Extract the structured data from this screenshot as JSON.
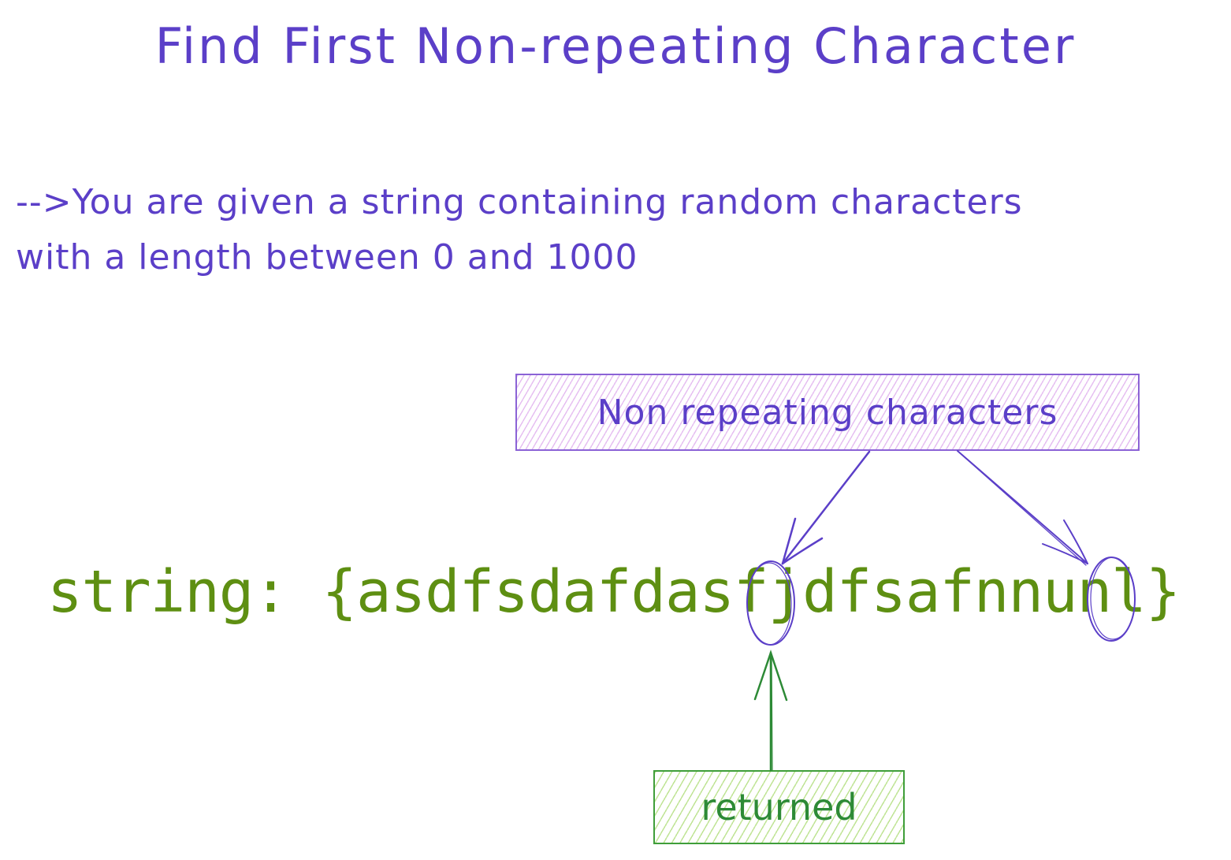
{
  "title": "Find First Non-repeating Character",
  "description": {
    "line1": "-->You are given a string containing random characters",
    "line2": "with a length between 0 and 1000"
  },
  "example": {
    "label": "string:",
    "value": "{asdfsdafdasfjdfsafnnunl}",
    "highlighted_characters": [
      "j",
      "l"
    ],
    "returned_character": "j"
  },
  "annotations": {
    "non_repeating_box": "Non repeating characters",
    "returned_box": "returned"
  },
  "colors": {
    "ink_purple": "#5b3fc8",
    "box_purple_border": "#8b63d6",
    "hatch_purple": "#d28ce6",
    "code_green": "#5e8f12",
    "returned_green": "#2d8a36",
    "hatch_green": "#96d250"
  }
}
